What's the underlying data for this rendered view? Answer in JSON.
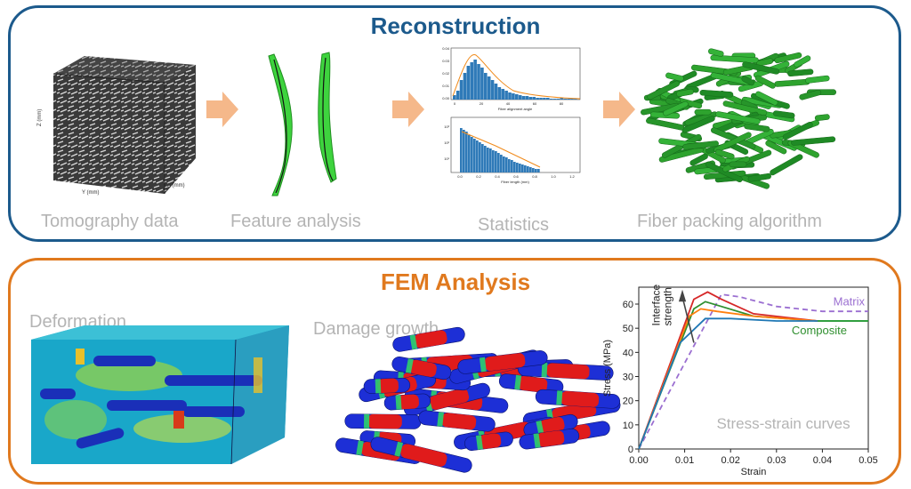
{
  "reconstruction": {
    "title": "Reconstruction",
    "steps": [
      {
        "caption": "Tomography data"
      },
      {
        "caption": "Feature analysis"
      },
      {
        "caption": "Statistics"
      },
      {
        "caption": "Fiber packing algorithm"
      }
    ],
    "tomography_axes": {
      "z": "Z (mm)",
      "y": "Y (mm)",
      "x": "X (mm)"
    },
    "histogram_top": {
      "xlabel": "Fiber alignment angle",
      "xticks": [
        "0",
        "20",
        "40",
        "60",
        "80"
      ],
      "yticks": [
        "0.00",
        "0.01",
        "0.02",
        "0.03",
        "0.04"
      ]
    },
    "histogram_bottom": {
      "xlabel": "Fiber length (mm)",
      "xticks": [
        "0.0",
        "0.2",
        "0.4",
        "0.6",
        "0.8",
        "1.0",
        "1.2"
      ],
      "yticks": [
        "10¹",
        "10²",
        "10³"
      ]
    }
  },
  "fem": {
    "title": "FEM Analysis",
    "deformation_label": "Deformation",
    "damage_label": "Damage growth",
    "chart_caption": "Stress-strain curves",
    "interface_label_line1": "Interface",
    "interface_label_line2": "strength"
  },
  "colors": {
    "blue_border": "#1c5a8c",
    "orange_border": "#e0791e",
    "arrow": "#f5b88a",
    "fiber_green": "#2ea32e"
  },
  "chart_data": {
    "type": "line",
    "xlabel": "Strain",
    "ylabel": "Stress (MPa)",
    "xlim": [
      0,
      0.05
    ],
    "ylim": [
      0,
      67
    ],
    "xticks": [
      "0.00",
      "0.01",
      "0.02",
      "0.03",
      "0.04",
      "0.05"
    ],
    "yticks": [
      "0",
      "10",
      "20",
      "30",
      "40",
      "50",
      "60"
    ],
    "series": [
      {
        "name": "Matrix",
        "color": "#9b6fd1",
        "dashed": true,
        "x": [
          0,
          0.018,
          0.022,
          0.03,
          0.04,
          0.05
        ],
        "y": [
          0,
          64,
          63,
          59,
          57,
          57
        ]
      },
      {
        "name": "Composite",
        "color": "#2f8f2f",
        "x": [
          0,
          0.012,
          0.0145,
          0.018,
          0.025,
          0.039
        ],
        "y": [
          0,
          58,
          61,
          59,
          55,
          53
        ]
      },
      {
        "color": "#d62728",
        "x": [
          0,
          0.012,
          0.015,
          0.018,
          0.025,
          0.039
        ],
        "y": [
          0,
          62,
          65,
          62,
          56,
          53
        ]
      },
      {
        "color": "#ff7f0e",
        "x": [
          0,
          0.011,
          0.0135,
          0.017,
          0.025,
          0.039
        ],
        "y": [
          0,
          55,
          58,
          57,
          55,
          53
        ]
      },
      {
        "color": "#1f77b4",
        "x": [
          0,
          0.009,
          0.0145,
          0.02,
          0.03,
          0.05
        ],
        "y": [
          0,
          44,
          54,
          54,
          53,
          53
        ]
      },
      {
        "color": "#2ca02c",
        "x": [
          0.039,
          0.05
        ],
        "y": [
          53,
          53
        ]
      }
    ]
  }
}
